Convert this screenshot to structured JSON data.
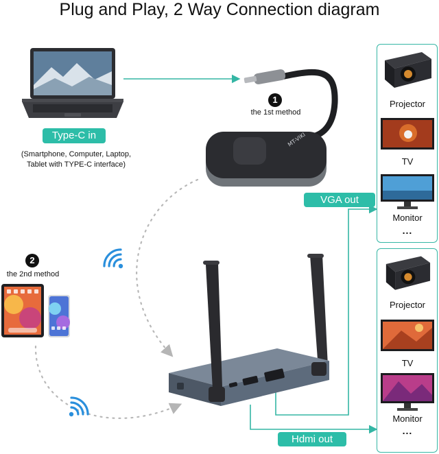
{
  "title": "Plug and Play, 2 Way Connection diagram",
  "input": {
    "badge": "Type-C in",
    "note_line1": "(Smartphone, Computer, Laptop,",
    "note_line2": "Tablet with TYPE-C interface)"
  },
  "method1": {
    "number": "1",
    "label": "the 1st method"
  },
  "method2": {
    "number": "2",
    "label": "the 2nd method"
  },
  "transmitter_brand": "MT-VIKI",
  "outputs": {
    "vga": {
      "badge": "VGA out",
      "devices": [
        "Projector",
        "TV",
        "Monitor"
      ],
      "more": "..."
    },
    "hdmi": {
      "badge": "Hdmi out",
      "devices": [
        "Projector",
        "TV",
        "Monitor"
      ],
      "more": "..."
    }
  },
  "colors": {
    "accent": "#2dbda8",
    "wifi": "#2a8fdc",
    "receiver": "#5d6b7c",
    "antenna": "#2f2f33"
  }
}
